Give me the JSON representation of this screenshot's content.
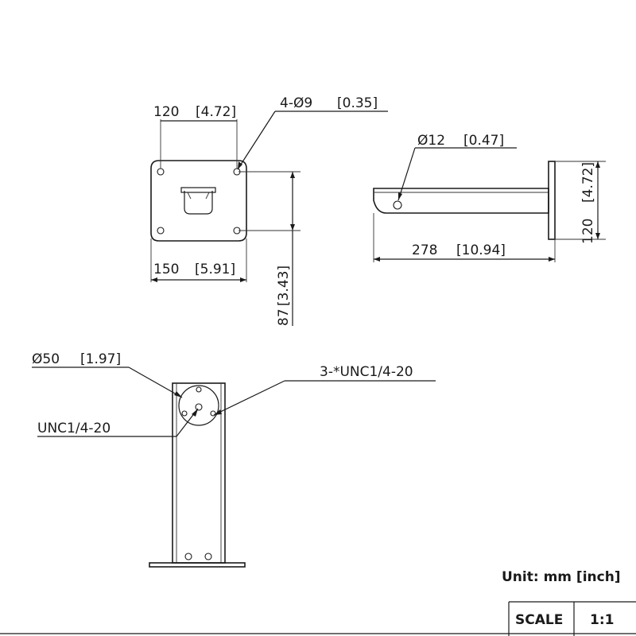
{
  "plate": {
    "hole_spacing": "120",
    "hole_spacing_inch": "[4.72]",
    "holes": "4-Ø9",
    "holes_inch": "[0.35]",
    "width": "150",
    "width_inch": "[5.91]",
    "height": "87",
    "height_inch": "[3.43]"
  },
  "side": {
    "hole_dia": "Ø12",
    "hole_dia_inch": "[0.47]",
    "length": "278",
    "length_inch": "[10.94]",
    "plate_height": "120",
    "plate_height_inch": "[4.72]"
  },
  "front": {
    "circle_dia": "Ø50",
    "circle_dia_inch": "[1.97]",
    "thread_multi": "3-*UNC1/4-20",
    "thread_center": "UNC1/4-20"
  },
  "title_block": {
    "unit": "Unit: mm [inch]",
    "scale_label": "SCALE",
    "scale_value": "1:1"
  }
}
